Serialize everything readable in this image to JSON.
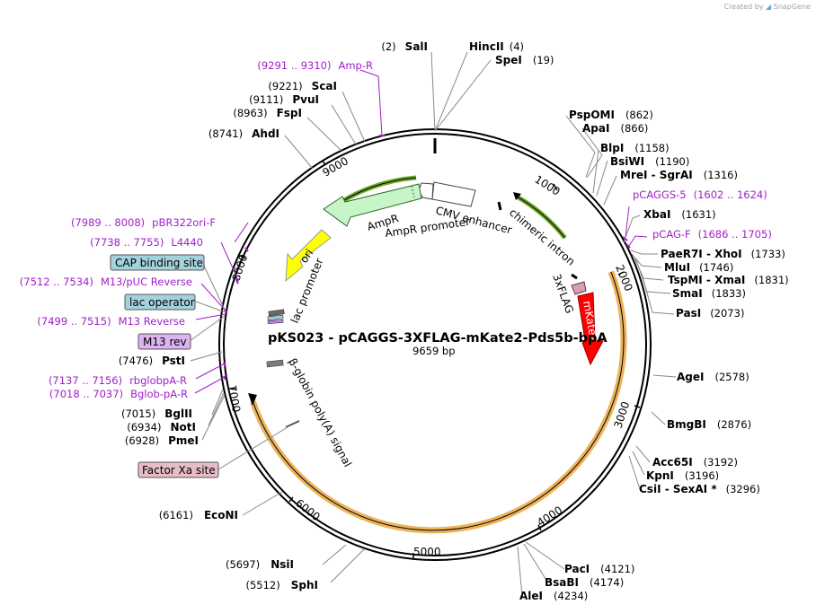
{
  "watermark": {
    "text": "Created by",
    "brand": "SnapGene"
  },
  "plasmid": {
    "name": "pKS023 - pCAGGS-3XFLAG-mKate2-Pds5b-bpA",
    "length_label": "9659 bp"
  },
  "ticks": [
    "1000",
    "2000",
    "3000",
    "4000",
    "5000",
    "6000",
    "7000",
    "8000",
    "9000"
  ],
  "sites_right": [
    {
      "name": "HincII",
      "pos": "(4)"
    },
    {
      "name": "SpeI",
      "pos": "(19)"
    },
    {
      "name": "PspOMI",
      "pos": "(862)"
    },
    {
      "name": "ApaI",
      "pos": "(866)"
    },
    {
      "name": "BlpI",
      "pos": "(1158)"
    },
    {
      "name": "BsiWI",
      "pos": "(1190)"
    },
    {
      "name": "MreI - SgrAI",
      "pos": "(1316)"
    },
    {
      "name": "XbaI",
      "pos": "(1631)"
    },
    {
      "name": "PaeR7I - XhoI",
      "pos": "(1733)"
    },
    {
      "name": "MluI",
      "pos": "(1746)"
    },
    {
      "name": "TspMI - XmaI",
      "pos": "(1831)"
    },
    {
      "name": "SmaI",
      "pos": "(1833)"
    },
    {
      "name": "PasI",
      "pos": "(2073)"
    },
    {
      "name": "AgeI",
      "pos": "(2578)"
    },
    {
      "name": "BmgBI",
      "pos": "(2876)"
    },
    {
      "name": "Acc65I",
      "pos": "(3192)"
    },
    {
      "name": "KpnI",
      "pos": "(3196)"
    },
    {
      "name": "CsiI - SexAI *",
      "pos": "(3296)"
    },
    {
      "name": "PacI",
      "pos": "(4121)"
    },
    {
      "name": "BsaBI",
      "pos": "(4174)"
    },
    {
      "name": "AleI",
      "pos": "(4234)"
    }
  ],
  "sites_left": [
    {
      "name": "SalI",
      "pos": "(2)"
    },
    {
      "name": "ScaI",
      "pos": "(9221)"
    },
    {
      "name": "PvuI",
      "pos": "(9111)"
    },
    {
      "name": "FspI",
      "pos": "(8963)"
    },
    {
      "name": "AhdI",
      "pos": "(8741)"
    },
    {
      "name": "PstI",
      "pos": "(7476)"
    },
    {
      "name": "BglII",
      "pos": "(7015)"
    },
    {
      "name": "NotI",
      "pos": "(6934)"
    },
    {
      "name": "PmeI",
      "pos": "(6928)"
    },
    {
      "name": "EcoNI",
      "pos": "(6161)"
    },
    {
      "name": "NsiI",
      "pos": "(5697)"
    },
    {
      "name": "SphI",
      "pos": "(5512)"
    }
  ],
  "primers": [
    {
      "range": "(9291 .. 9310)",
      "name": "Amp-R"
    },
    {
      "range": "(1602 .. 1624)",
      "name": "pCAGGS-5"
    },
    {
      "range": "(1686 .. 1705)",
      "name": "pCAG-F"
    },
    {
      "range": "(7989 .. 8008)",
      "name": "pBR322ori-F"
    },
    {
      "range": "(7738 .. 7755)",
      "name": "L4440"
    },
    {
      "range": "(7512 .. 7534)",
      "name": "M13/pUC Reverse"
    },
    {
      "range": "(7499 .. 7515)",
      "name": "M13 Reverse"
    },
    {
      "range": "(7137 .. 7156)",
      "name": "rbglobpA-R"
    },
    {
      "range": "(7018 .. 7037)",
      "name": "Bglob-pA-R"
    }
  ],
  "boxed_features": [
    {
      "name": "CAP binding site",
      "color": "#a3d2dc"
    },
    {
      "name": "lac operator",
      "color": "#a3d2dc"
    },
    {
      "name": "M13 rev",
      "color": "#dcb4f0"
    },
    {
      "name": "Factor Xa site",
      "color": "#e6bcc6"
    }
  ],
  "features": {
    "cmv": "CMV enhancer",
    "intron": "chimeric intron",
    "flag": "3xFLAG",
    "mkate": "mKate2",
    "ampr": "AmpR",
    "ampr_promoter": "AmpR promoter",
    "ori": "ori",
    "lac_promoter": "lac promoter",
    "bglob": "β-globin poly(A) signal"
  },
  "colors": {
    "ampr": "#c8f5c8",
    "ori": "#ffff00",
    "mkate": "#ff0000",
    "intron_arc": "#6aa728",
    "orf_arc": "#e8a640",
    "primer": "#a020c8",
    "backbone": "#000000"
  }
}
